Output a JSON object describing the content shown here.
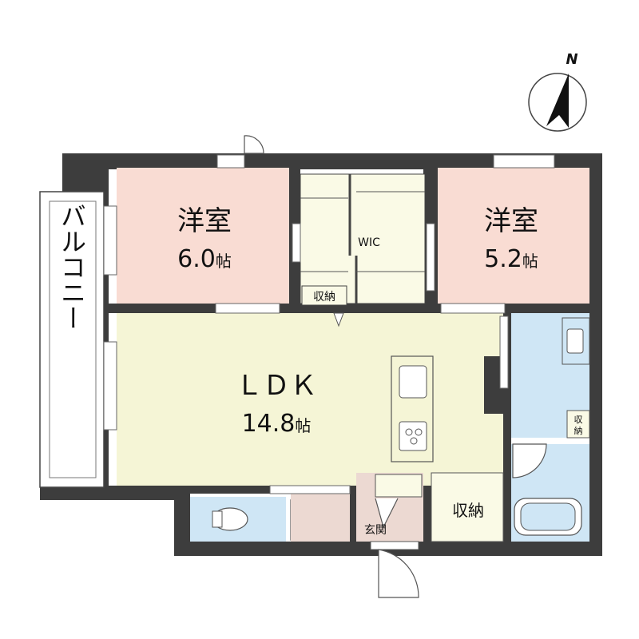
{
  "rooms": {
    "western_room_1": {
      "name": "洋室",
      "size": "6.0",
      "unit": "帖"
    },
    "western_room_2": {
      "name": "洋室",
      "size": "5.2",
      "unit": "帖"
    },
    "ldk": {
      "name": "ＬＤＫ",
      "size": "14.8",
      "unit": "帖"
    },
    "wic": {
      "name": "WIC"
    },
    "storage_small": {
      "name": "収納"
    },
    "storage_entrance": {
      "name": "収納"
    },
    "storage_bath": {
      "name_line1": "収",
      "name_line2": "納"
    },
    "entrance": {
      "name": "玄関"
    },
    "balcony": {
      "name": "バルコニー"
    }
  },
  "compass": {
    "label": "N"
  },
  "colors": {
    "wall": "#3d3d3d",
    "western_room": "#f9dcd3",
    "ldk": "#f5f5d6",
    "wic": "#fafae6",
    "wet_area": "#cfe6f5",
    "entrance": "#ecd9d2",
    "storage": "#fafae6",
    "balcony": "#ffffff"
  }
}
